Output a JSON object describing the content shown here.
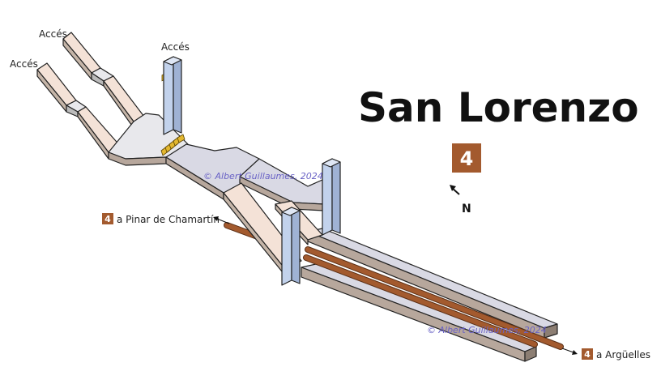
{
  "station": {
    "name": "San Lorenzo",
    "line_number": "4",
    "line_color": "#a35a2e"
  },
  "entrances": [
    {
      "label": "Accés"
    },
    {
      "label": "Accés"
    },
    {
      "label": "Accés"
    }
  ],
  "north_label": "N",
  "directions": [
    {
      "line": "4",
      "text": "a Pinar de Chamartín"
    },
    {
      "line": "4",
      "text": "a Argüelles"
    }
  ],
  "watermark": "© Albert Guillaumes, 2024",
  "colors": {
    "corridor_top": "#f4e2d7",
    "hall_top": "#e8e8ec",
    "platform_top": "#d9d9e4",
    "edge": "#c5b5a8",
    "stair_yellow": "#e3b72f",
    "lift_blue": "#c2d2ec",
    "track": "#a35a2e"
  }
}
